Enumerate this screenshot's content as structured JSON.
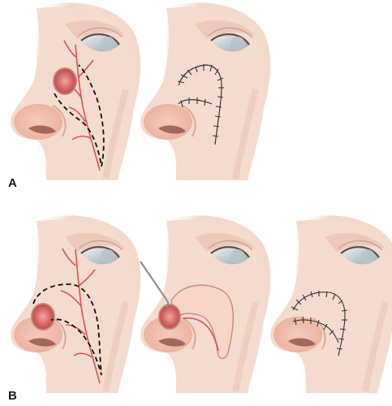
{
  "figure": {
    "panel_a_label": "A",
    "panel_b_label": "B",
    "colors": {
      "skin": "#f3d9cc",
      "skin_shadow": "#e7b8a5",
      "lesion": "#d9696a",
      "vessel": "#d9534f",
      "incision": "#1a1a1a",
      "suture": "#333333",
      "eye_white": "#dfe6ea"
    },
    "panels": [
      {
        "row": "A",
        "index": 1,
        "depicts": "lesion-with-dashed-flap-outline"
      },
      {
        "row": "A",
        "index": 2,
        "depicts": "sutured-flap"
      },
      {
        "row": "B",
        "index": 1,
        "depicts": "lesion-with-dashed-flap-outline"
      },
      {
        "row": "B",
        "index": 2,
        "depicts": "raised-flap-with-hook"
      },
      {
        "row": "B",
        "index": 3,
        "depicts": "sutured-flap"
      }
    ]
  }
}
